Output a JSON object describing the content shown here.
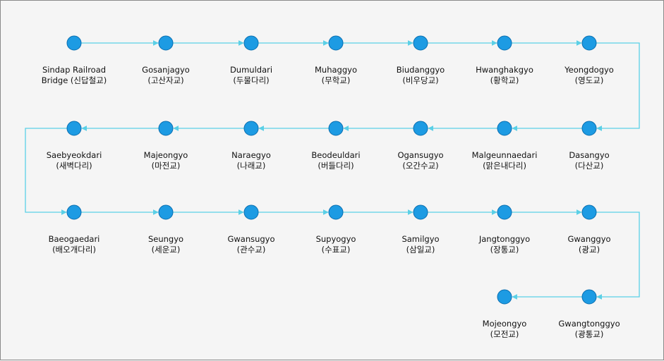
{
  "colors": {
    "node_fill": "#1d9be3",
    "node_stroke": "#0b6fb0",
    "connector": "#5bd0e6",
    "background": "#f5f5f5"
  },
  "nodes": [
    {
      "name": "Sindap Railroad",
      "native": "Bridge (신답철교)"
    },
    {
      "name": "Gosanjagyo",
      "native": "(고산자교)"
    },
    {
      "name": "Dumuldari",
      "native": "(두물다리)"
    },
    {
      "name": "Muhaggyo",
      "native": "(무학교)"
    },
    {
      "name": "Biudanggyo",
      "native": "(비우당교)"
    },
    {
      "name": "Hwanghakgyo",
      "native": "(황학교)"
    },
    {
      "name": "Yeongdogyo",
      "native": "(영도교)"
    },
    {
      "name": "Dasangyo",
      "native": "(다산교)"
    },
    {
      "name": "Malgeunnaedari",
      "native": "(맑은내다리)"
    },
    {
      "name": "Ogansugyo",
      "native": "(오간수교)"
    },
    {
      "name": "Beodeuldari",
      "native": "(버들다리)"
    },
    {
      "name": "Naraegyo",
      "native": "(나래교)"
    },
    {
      "name": "Majeongyo",
      "native": "(마전교)"
    },
    {
      "name": "Saebyeokdari",
      "native": "(새벽다리)"
    },
    {
      "name": "Baeogaedari",
      "native": "(배오개다리)"
    },
    {
      "name": "Seungyo",
      "native": "(세운교)"
    },
    {
      "name": "Gwansugyo",
      "native": "(관수교)"
    },
    {
      "name": "Supyogyo",
      "native": "(수표교)"
    },
    {
      "name": "Samilgyo",
      "native": "(삼일교)"
    },
    {
      "name": "Jangtonggyo",
      "native": "(장통교)"
    },
    {
      "name": "Gwanggyo",
      "native": "(광교)"
    },
    {
      "name": "Gwangtonggyo",
      "native": "(광통교)"
    },
    {
      "name": "Mojeongyo",
      "native": "(모전교)"
    }
  ]
}
